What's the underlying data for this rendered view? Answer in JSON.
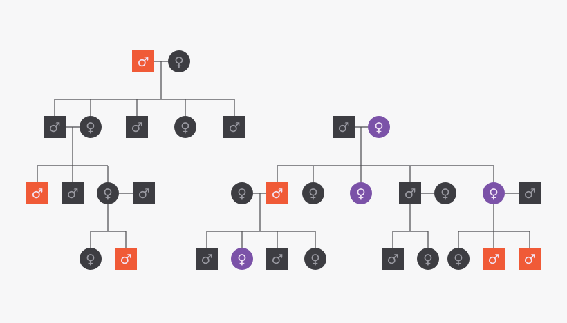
{
  "legend_colors": {
    "unaffected": "#3d3d42",
    "affected_male": "#f05a37",
    "affected_female": "#7b52a8",
    "connector": "#4a4a4e"
  },
  "symbols": {
    "male": "♂",
    "female": "♀"
  },
  "icons": {
    "male": "male-symbol-icon",
    "female": "female-symbol-icon"
  },
  "pedigree_left": {
    "generation_1": [
      {
        "sex": "male",
        "status": "affected"
      },
      {
        "sex": "female",
        "status": "unaffected"
      }
    ],
    "generation_2": [
      {
        "sex": "male",
        "status": "unaffected"
      },
      {
        "sex": "female",
        "status": "unaffected"
      },
      {
        "sex": "male",
        "status": "unaffected"
      },
      {
        "sex": "female",
        "status": "unaffected"
      },
      {
        "sex": "male",
        "status": "unaffected"
      }
    ],
    "generation_3": [
      {
        "sex": "male",
        "status": "affected"
      },
      {
        "sex": "male",
        "status": "unaffected"
      },
      {
        "sex": "female",
        "status": "unaffected"
      },
      {
        "sex": "male",
        "status": "unaffected"
      }
    ],
    "generation_4": [
      {
        "sex": "female",
        "status": "unaffected"
      },
      {
        "sex": "male",
        "status": "affected"
      }
    ]
  },
  "pedigree_right": {
    "generation_2": [
      {
        "sex": "male",
        "status": "unaffected"
      },
      {
        "sex": "female",
        "status": "affected"
      }
    ],
    "generation_3": [
      {
        "sex": "female",
        "status": "unaffected"
      },
      {
        "sex": "male",
        "status": "affected"
      },
      {
        "sex": "female",
        "status": "unaffected"
      },
      {
        "sex": "female",
        "status": "affected"
      },
      {
        "sex": "male",
        "status": "unaffected"
      },
      {
        "sex": "female",
        "status": "unaffected"
      },
      {
        "sex": "female",
        "status": "affected"
      },
      {
        "sex": "male",
        "status": "unaffected"
      }
    ],
    "generation_4": [
      {
        "sex": "male",
        "status": "unaffected"
      },
      {
        "sex": "female",
        "status": "affected"
      },
      {
        "sex": "male",
        "status": "unaffected"
      },
      {
        "sex": "female",
        "status": "unaffected"
      },
      {
        "sex": "male",
        "status": "unaffected"
      },
      {
        "sex": "female",
        "status": "unaffected"
      },
      {
        "sex": "female",
        "status": "unaffected"
      },
      {
        "sex": "male",
        "status": "affected"
      },
      {
        "sex": "male",
        "status": "affected"
      }
    ]
  }
}
